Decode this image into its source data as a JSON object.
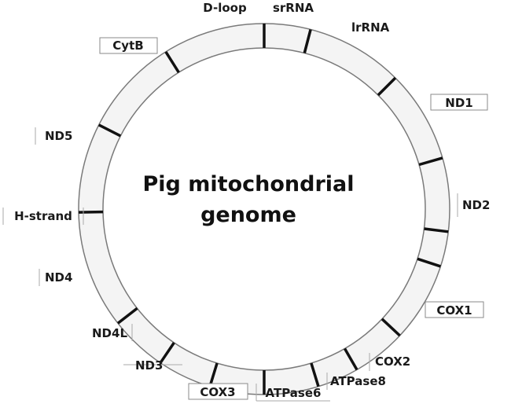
{
  "title_line1": "Pig mitochondrial",
  "title_line2": "genome",
  "colors": {
    "ring_fill": "#f4f4f4",
    "ring_stroke": "#7a7a7a",
    "tick": "#111111",
    "text": "#1a1a1a"
  },
  "genes": [
    {
      "name": "D-loop"
    },
    {
      "name": "srRNA"
    },
    {
      "name": "lrRNA"
    },
    {
      "name": "ND1"
    },
    {
      "name": "ND2"
    },
    {
      "name": "COX1"
    },
    {
      "name": "COX2"
    },
    {
      "name": "ATPase8"
    },
    {
      "name": "ATPase6"
    },
    {
      "name": "COX3"
    },
    {
      "name": "ND3"
    },
    {
      "name": "ND4L"
    },
    {
      "name": "ND4"
    },
    {
      "name": "H-strand"
    },
    {
      "name": "ND5"
    },
    {
      "name": "CytB"
    }
  ]
}
